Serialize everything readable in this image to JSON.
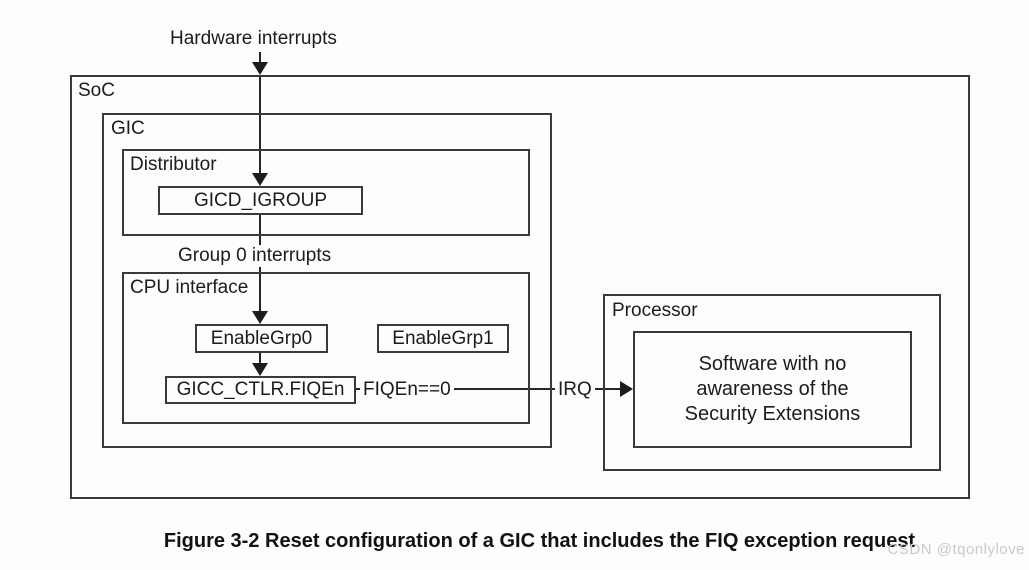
{
  "colors": {
    "line": "#3a3a3a",
    "text": "#1c1c1c",
    "background": "#fdfdfd",
    "watermark_gray": "#c9c9c9"
  },
  "diagram": {
    "hardware_interrupts_label": "Hardware interrupts",
    "soc": {
      "label": "SoC"
    },
    "gic": {
      "label": "GIC"
    },
    "distributor": {
      "label": "Distributor",
      "register": "GICD_IGROUP"
    },
    "group0_interrupts_label": "Group 0 interrupts",
    "cpu_interface": {
      "label": "CPU interface",
      "enable_grp0": "EnableGrp0",
      "enable_grp1": "EnableGrp1",
      "ctlr_register": "GICC_CTLR.FIQEn"
    },
    "signals": {
      "fiqen": "FIQEn==0",
      "irq": "IRQ"
    },
    "processor": {
      "label": "Processor",
      "software_lines": [
        "Software with no",
        "awareness of the",
        "Security Extensions"
      ]
    }
  },
  "caption": "Figure 3-2 Reset configuration of a GIC that includes the FIQ exception request",
  "watermark": "CSDN @tqonlylove"
}
